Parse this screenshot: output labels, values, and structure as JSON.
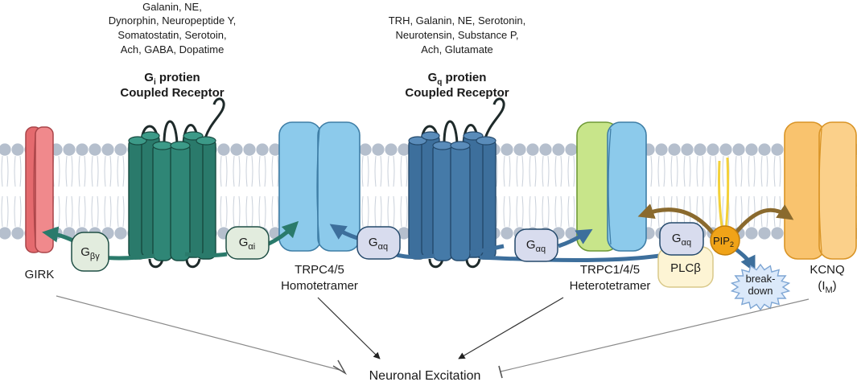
{
  "ligands": {
    "gi": {
      "lines": [
        "Galanin, NE,",
        "Dynorphin, Neuropeptide Y,",
        "Somatostatin, Serotoin,",
        "Ach, GABA, Dopatime"
      ]
    },
    "gq": {
      "lines": [
        "TRH, Galanin, NE, Serotonin,",
        "Neurotensin, Substance P,",
        "Ach, Glutamate"
      ]
    }
  },
  "receptors": {
    "gi": {
      "title_prefix": "G",
      "title_sub": "i",
      "title_suffix": " protien",
      "line2": "Coupled Receptor"
    },
    "gq": {
      "title_prefix": "G",
      "title_sub": "q",
      "title_suffix": " protien",
      "line2": "Coupled Receptor"
    }
  },
  "channels": {
    "girk": "GIRK",
    "trpc45": {
      "line1": "TRPC4/5",
      "line2": "Homotetramer"
    },
    "trpc145": {
      "line1": "TRPC1/4/5",
      "line2": "Heterotetramer"
    },
    "kcnq": {
      "line1": "KCNQ",
      "line2_prefix": "(I",
      "line2_sub": "M",
      "line2_suffix": ")"
    }
  },
  "subunits": {
    "gbg": {
      "base": "G",
      "sub": "βγ"
    },
    "gai": {
      "base": "G",
      "sub": "αi"
    },
    "gaq1": {
      "base": "G",
      "sub": "αq"
    },
    "gaq2": {
      "base": "G",
      "sub": "αq"
    },
    "gaq3": {
      "base": "G",
      "sub": "αq"
    }
  },
  "molecules": {
    "pip2": {
      "base": "PIP",
      "sub": "2"
    },
    "plcb": "PLCβ",
    "breakdown": {
      "line1": "break-",
      "line2": "down"
    }
  },
  "outcome": "Neuronal Excitation",
  "colors": {
    "gi_receptor": "#2a7a6b",
    "gq_receptor": "#3d6f9c",
    "girk": "#e46a6e",
    "trpc": "#8ccaeb",
    "trpc1": "#c8e58a",
    "kcnq": "#f9c36e",
    "pip2": "#f0a318",
    "plcb": "#fdf4d4",
    "brown_arrow": "#8a6a2e",
    "membrane_head": "#b5bfcd"
  }
}
